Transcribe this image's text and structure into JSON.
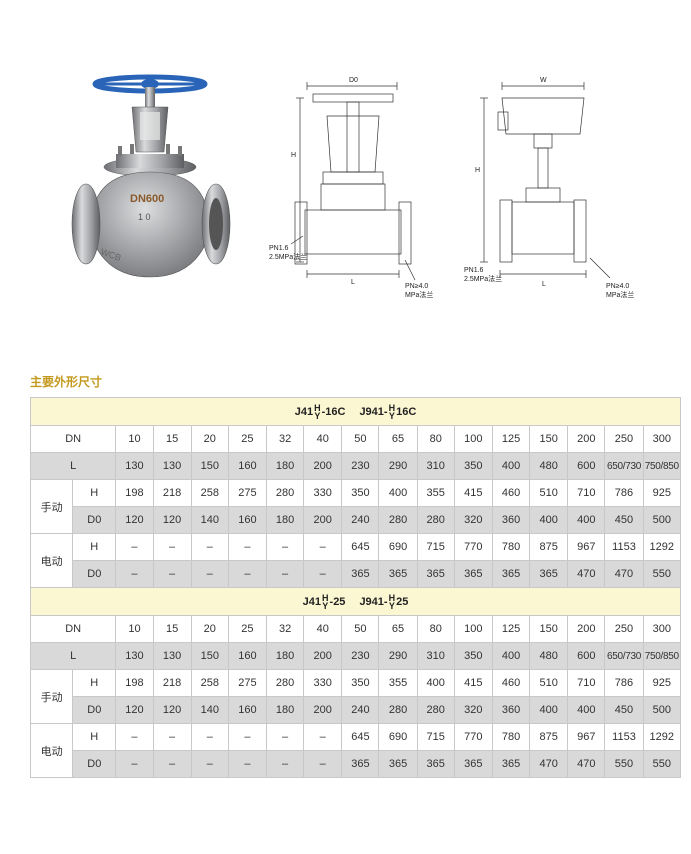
{
  "drawings": {
    "drawing1": {
      "width_label": "D0",
      "height_label": "H",
      "length_label": "L",
      "note_left_1": "PN1.6",
      "note_left_2": "2.5MPa法兰",
      "note_right_1": "PN≥4.0",
      "note_right_2": "MPa法兰"
    },
    "drawing2": {
      "width_label": "W",
      "height_label": "H",
      "length_label": "L",
      "note_left_1": "PN1.6",
      "note_left_2": "2.5MPa法兰",
      "note_right_1": "PN≥4.0",
      "note_right_2": "MPa法兰"
    }
  },
  "photo": {
    "marking_1": "DN600",
    "marking_2": "1 0",
    "marking_3": "WCB"
  },
  "section_title": "主要外形尺寸",
  "tables": [
    {
      "model": {
        "a_prefix": "J41",
        "a_top": "H",
        "a_bottom": "Y",
        "a_suffix": "-16C",
        "b_prefix": "J941-",
        "b_top": "H",
        "b_bottom": "Y",
        "b_suffix": "16C"
      },
      "dn_label": "DN",
      "dn": [
        "10",
        "15",
        "20",
        "25",
        "32",
        "40",
        "50",
        "65",
        "80",
        "100",
        "125",
        "150",
        "200",
        "250",
        "300"
      ],
      "l_label": "L",
      "l": [
        "130",
        "130",
        "150",
        "160",
        "180",
        "200",
        "230",
        "290",
        "310",
        "350",
        "400",
        "480",
        "600",
        "650/730",
        "750/850"
      ],
      "manual_label": "手动",
      "manual_h_label": "H",
      "manual_h": [
        "198",
        "218",
        "258",
        "275",
        "280",
        "330",
        "350",
        "400",
        "355",
        "415",
        "460",
        "510",
        "710",
        "786",
        "925"
      ],
      "manual_d0_label": "D0",
      "manual_d0": [
        "120",
        "120",
        "140",
        "160",
        "180",
        "200",
        "240",
        "280",
        "280",
        "320",
        "360",
        "400",
        "400",
        "450",
        "500"
      ],
      "electric_label": "电动",
      "electric_h_label": "H",
      "electric_h": [
        "–",
        "–",
        "–",
        "–",
        "–",
        "–",
        "645",
        "690",
        "715",
        "770",
        "780",
        "875",
        "967",
        "1153",
        "1292"
      ],
      "electric_d0_label": "D0",
      "electric_d0": [
        "–",
        "–",
        "–",
        "–",
        "–",
        "–",
        "365",
        "365",
        "365",
        "365",
        "365",
        "365",
        "470",
        "470",
        "550"
      ]
    },
    {
      "model": {
        "a_prefix": "J41",
        "a_top": "H",
        "a_bottom": "Y",
        "a_suffix": "-25",
        "b_prefix": "J941-",
        "b_top": "H",
        "b_bottom": "Y",
        "b_suffix": "25"
      },
      "dn_label": "DN",
      "dn": [
        "10",
        "15",
        "20",
        "25",
        "32",
        "40",
        "50",
        "65",
        "80",
        "100",
        "125",
        "150",
        "200",
        "250",
        "300"
      ],
      "l_label": "L",
      "l": [
        "130",
        "130",
        "150",
        "160",
        "180",
        "200",
        "230",
        "290",
        "310",
        "350",
        "400",
        "480",
        "600",
        "650/730",
        "750/850"
      ],
      "manual_label": "手动",
      "manual_h_label": "H",
      "manual_h": [
        "198",
        "218",
        "258",
        "275",
        "280",
        "330",
        "350",
        "355",
        "400",
        "415",
        "460",
        "510",
        "710",
        "786",
        "925"
      ],
      "manual_d0_label": "D0",
      "manual_d0": [
        "120",
        "120",
        "140",
        "160",
        "180",
        "200",
        "240",
        "280",
        "280",
        "320",
        "360",
        "400",
        "400",
        "450",
        "500"
      ],
      "electric_label": "电动",
      "electric_h_label": "H",
      "electric_h": [
        "–",
        "–",
        "–",
        "–",
        "–",
        "–",
        "645",
        "690",
        "715",
        "770",
        "780",
        "875",
        "967",
        "1153",
        "1292"
      ],
      "electric_d0_label": "D0",
      "electric_d0": [
        "–",
        "–",
        "–",
        "–",
        "–",
        "–",
        "365",
        "365",
        "365",
        "365",
        "365",
        "470",
        "470",
        "550",
        "550"
      ]
    }
  ]
}
